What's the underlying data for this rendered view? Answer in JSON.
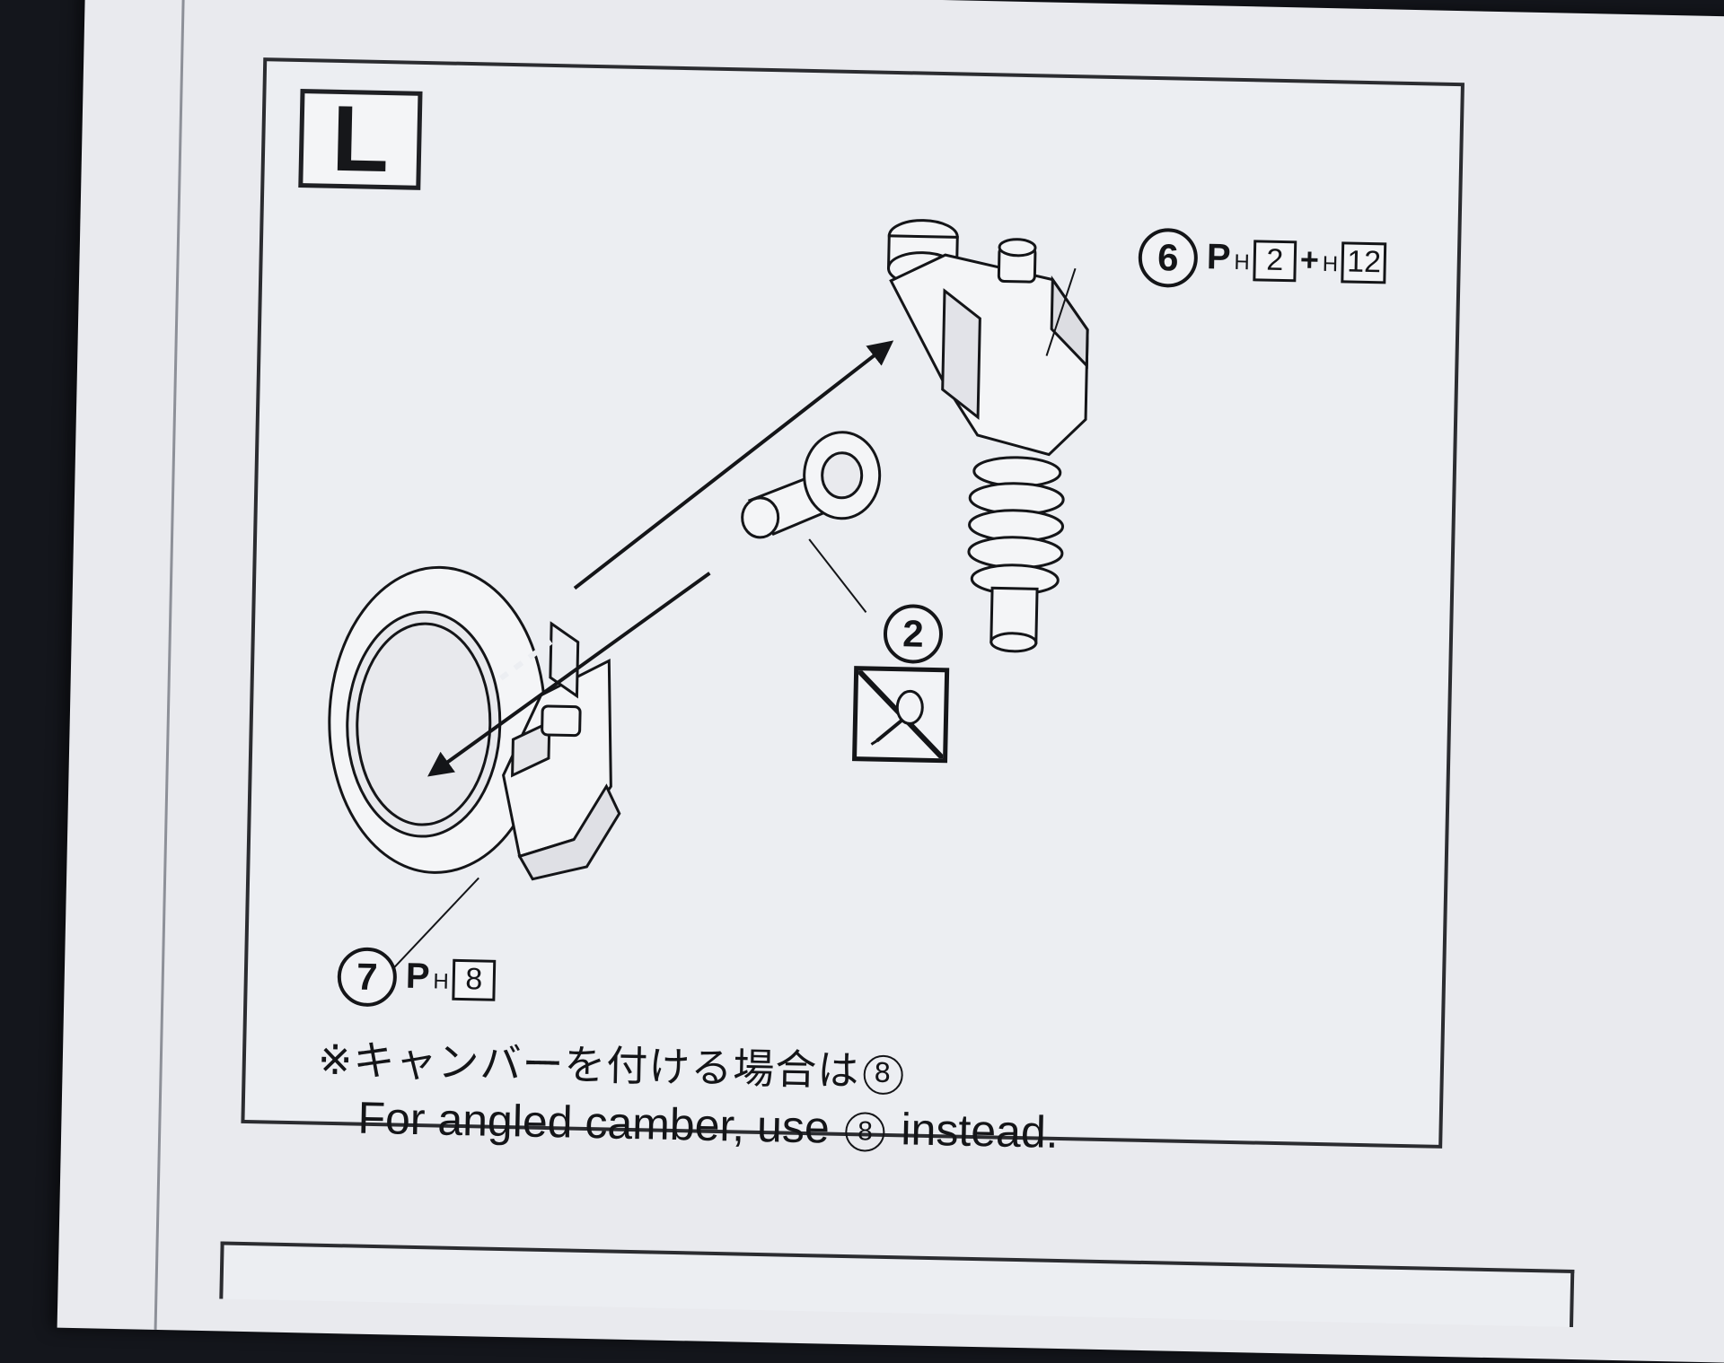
{
  "step": {
    "letter": "L"
  },
  "parts": [
    {
      "id": "6",
      "paint": "P",
      "letter": "H",
      "color_codes": [
        "2",
        "12"
      ],
      "joiner": "+",
      "second_letter": "H"
    },
    {
      "id": "2"
    },
    {
      "id": "7",
      "paint": "P",
      "letter": "H",
      "color_codes": [
        "8"
      ]
    }
  ],
  "note": {
    "japanese_prefix": "※キャンバーを付ける場合は",
    "japanese_ref": "8",
    "english_before": "For angled camber, use",
    "english_ref": "8",
    "english_after": "instead."
  },
  "icons": {
    "no_glue": "no-glue-icon",
    "assembly_arrow": "arrow-icon"
  },
  "colors": {
    "ink": "#141518",
    "paper": "#eceef2",
    "background": "#14161c"
  }
}
